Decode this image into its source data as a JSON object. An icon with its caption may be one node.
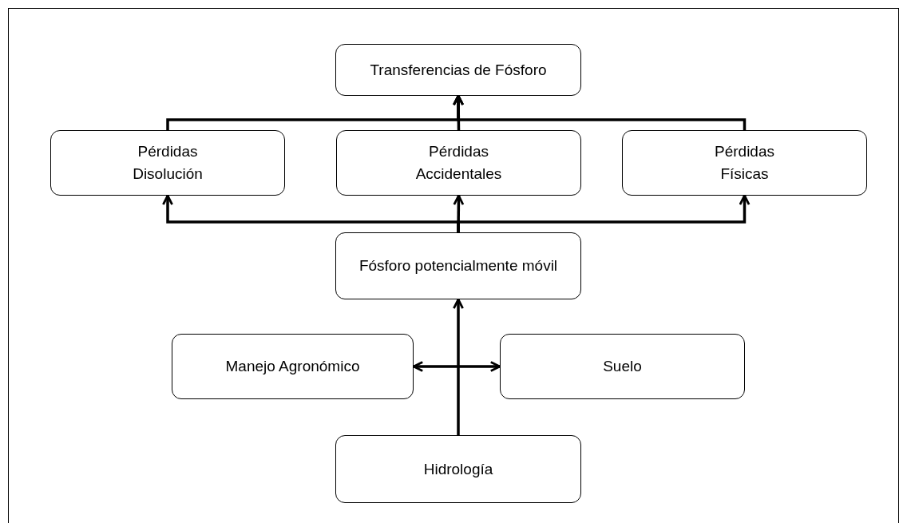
{
  "diagram": {
    "nodes": [
      {
        "text": [
          "Transferencias de Fósforo"
        ]
      },
      {
        "text": [
          "Pérdidas Disolución"
        ]
      },
      {
        "text": [
          "Pérdidas Accidentales"
        ]
      },
      {
        "text": [
          "Pérdidas Físicas"
        ]
      },
      {
        "text": [
          "Fósforo potencialmente móvil"
        ]
      },
      {
        "text": [
          "Manejo Agronómico"
        ]
      },
      {
        "text": [
          "Suelo"
        ]
      },
      {
        "text": [
          "Hidrología"
        ]
      }
    ],
    "edges": [
      {
        "from": 1,
        "to": 0,
        "arrow": "to"
      },
      {
        "from": 2,
        "to": 0,
        "arrow": "to"
      },
      {
        "from": 3,
        "to": 0,
        "arrow": "to"
      },
      {
        "from": 4,
        "to": 1,
        "arrow": "to"
      },
      {
        "from": 4,
        "to": 2,
        "arrow": "to"
      },
      {
        "from": 4,
        "to": 3,
        "arrow": "to"
      },
      {
        "from": 7,
        "to": 4,
        "arrow": "to"
      },
      {
        "from": 5,
        "to": 6,
        "arrow": "both"
      }
    ]
  }
}
